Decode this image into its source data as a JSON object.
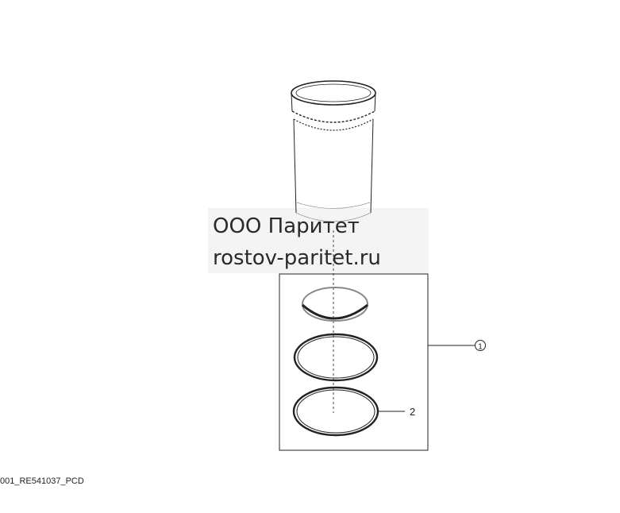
{
  "watermark": {
    "company": "ООО Паритет",
    "website": "rostov-paritet.ru"
  },
  "figure": {
    "code": "001_RE541037_PCD"
  },
  "callouts": [
    {
      "number": "1",
      "style": "circled",
      "target": "seal kit box"
    },
    {
      "number": "2",
      "style": "plain",
      "target": "lower O-ring"
    }
  ],
  "colors": {
    "line": "#222222",
    "watermark_bg": "#f4f4f4"
  }
}
